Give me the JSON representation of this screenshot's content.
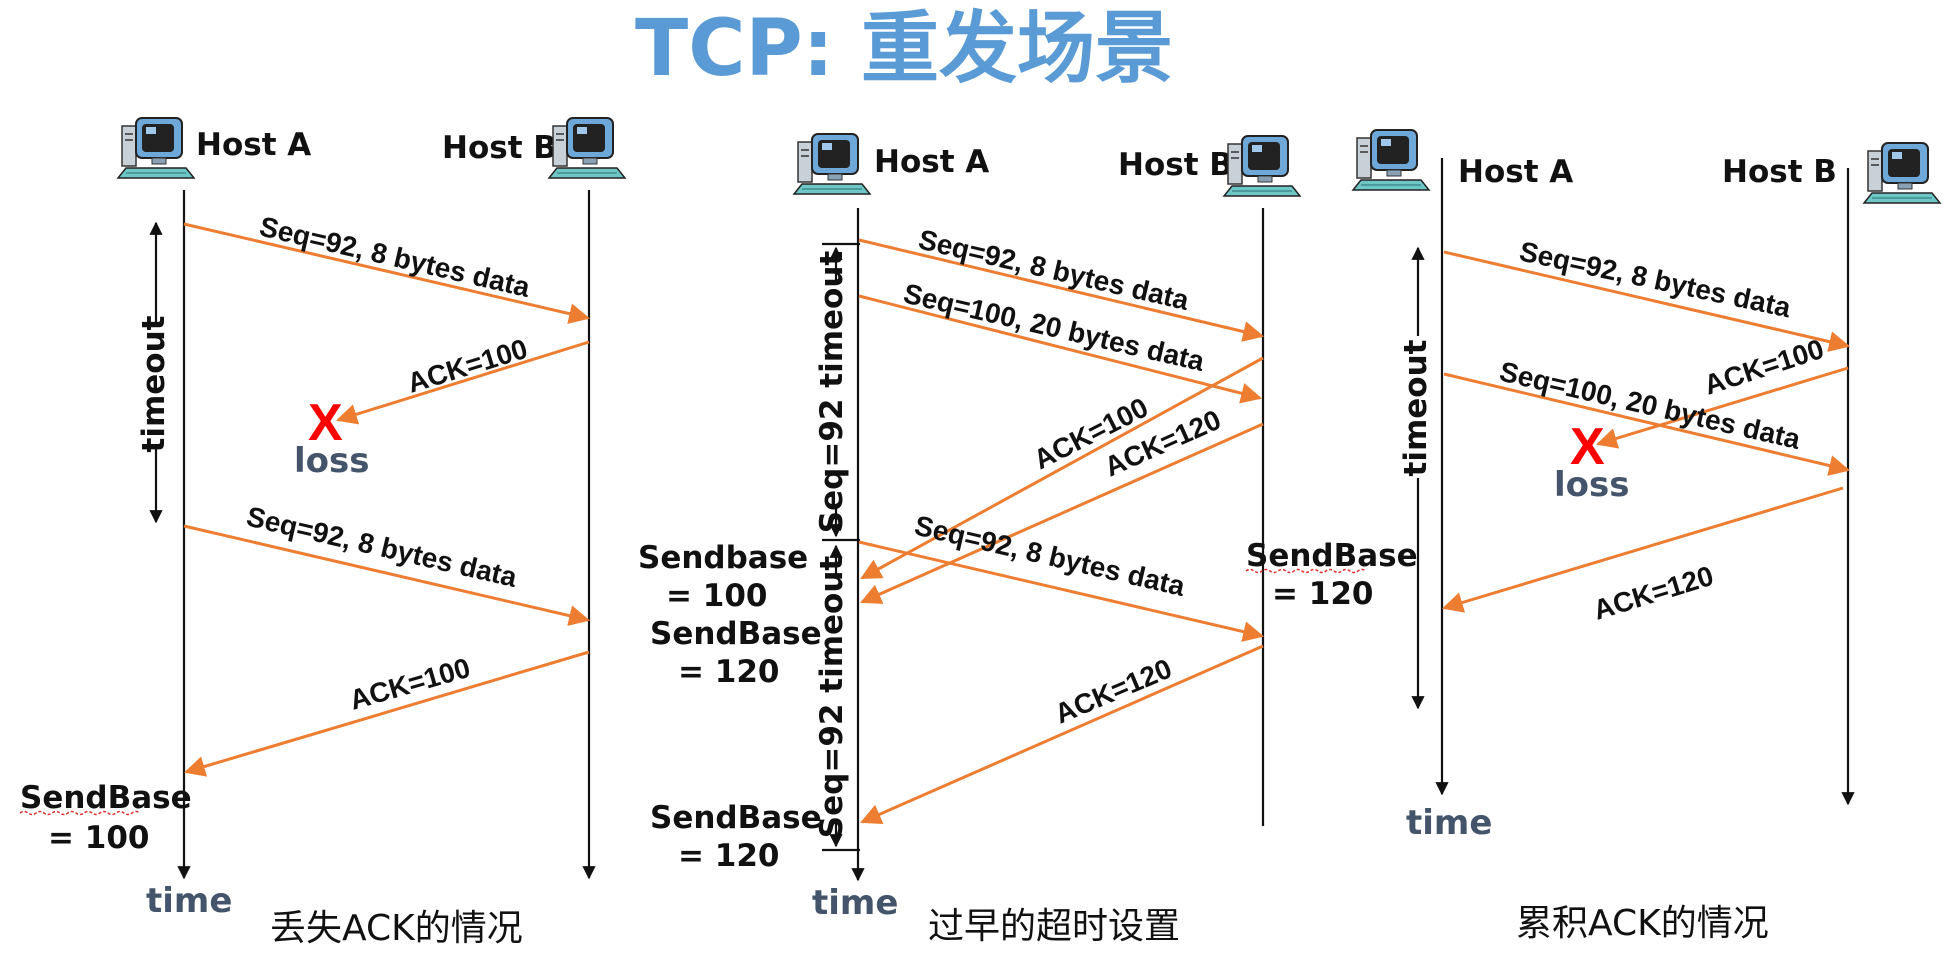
{
  "title": "TCP: 重发场景",
  "scenarios": [
    {
      "host_a": "Host A",
      "host_b": "Host B",
      "messages": [
        "Seq=92, 8 bytes data",
        "ACK=100",
        "Seq=92, 8 bytes data",
        "ACK=100"
      ],
      "timeout_label": "timeout",
      "loss_mark": "X",
      "loss_label": "loss",
      "sendbase_line1": "SendBase",
      "sendbase_line2": "= 100",
      "time_label": "time",
      "caption": "丢失ACK的情况"
    },
    {
      "host_a": "Host A",
      "host_b": "Host B",
      "messages": [
        "Seq=92, 8 bytes data",
        "Seq=100, 20 bytes data",
        "ACK=100",
        "ACK=120",
        "Seq=92, 8 bytes data",
        "ACK=120"
      ],
      "timeout_label_1": "Seq=92  timeout",
      "timeout_label_2": "Seq=92  timeout",
      "sendbase_a_line1": "Sendbase",
      "sendbase_a_line2": "= 100",
      "sendbase_b_line1": "SendBase",
      "sendbase_b_line2": "= 120",
      "sendbase_c_line1": "SendBase",
      "sendbase_c_line2": "= 120",
      "sendbase_d_line1": "SendBase",
      "sendbase_d_line2": "= 120",
      "time_label": "time",
      "caption": "过早的超时设置"
    },
    {
      "host_a": "Host A",
      "host_b": "Host B",
      "messages": [
        "Seq=92, 8 bytes data",
        "ACK=100",
        "Seq=100, 20 bytes data",
        "ACK=120"
      ],
      "timeout_label": "timeout",
      "loss_mark": "X",
      "loss_label": "loss",
      "time_label": "time",
      "caption": "累积ACK的情况"
    }
  ],
  "colors": {
    "title": "#5b9bd5",
    "message_arrow": "#ed7d31",
    "loss_mark": "#ff0000",
    "time_label": "#44546a"
  },
  "icons": [
    "computer-icon"
  ]
}
